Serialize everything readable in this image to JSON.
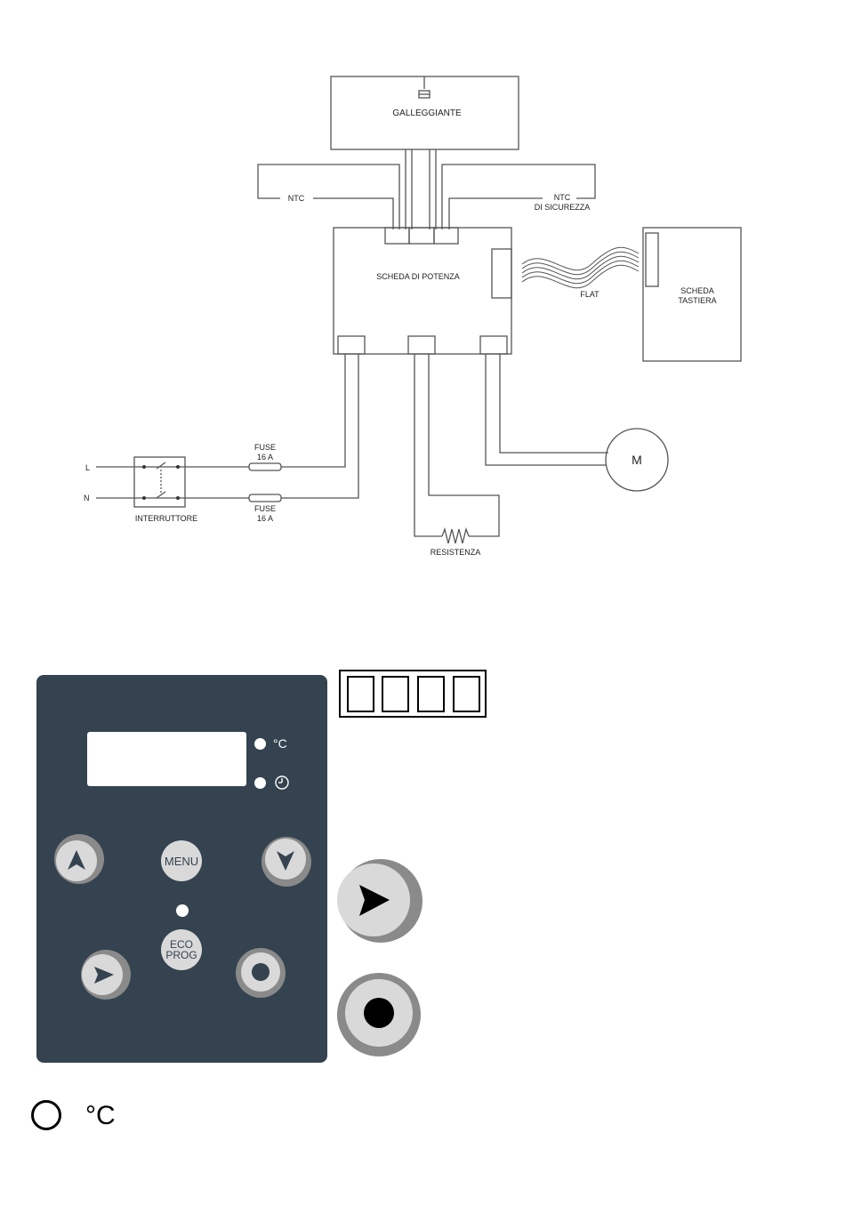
{
  "diagram": {
    "float": "GALLEGGIANTE",
    "ntc": "NTC",
    "ntc_safety_line1": "NTC",
    "ntc_safety_line2": "DI SICUREZZA",
    "power_board": "SCHEDA DI POTENZA",
    "flat": "FLAT",
    "keyboard_board_line1": "SCHEDA",
    "keyboard_board_line2": "TASTIERA",
    "line_l": "L",
    "line_n": "N",
    "switch": "INTERRUTTORE",
    "fuse1_line1": "FUSE",
    "fuse1_line2": "16 A",
    "fuse2_line1": "FUSE",
    "fuse2_line2": "16 A",
    "motor": "M",
    "resistor": "RESISTENZA"
  },
  "panel": {
    "led_temp_label": "°C",
    "led_timer_icon": "clock-icon",
    "menu_label": "MENU",
    "eco_line1": "ECO",
    "eco_line2": "PROG",
    "colors": {
      "panel": "#34434f",
      "button_face": "#d9d9d9",
      "button_ring": "#8a8a8a"
    }
  },
  "legend": {
    "unit": "°C"
  }
}
